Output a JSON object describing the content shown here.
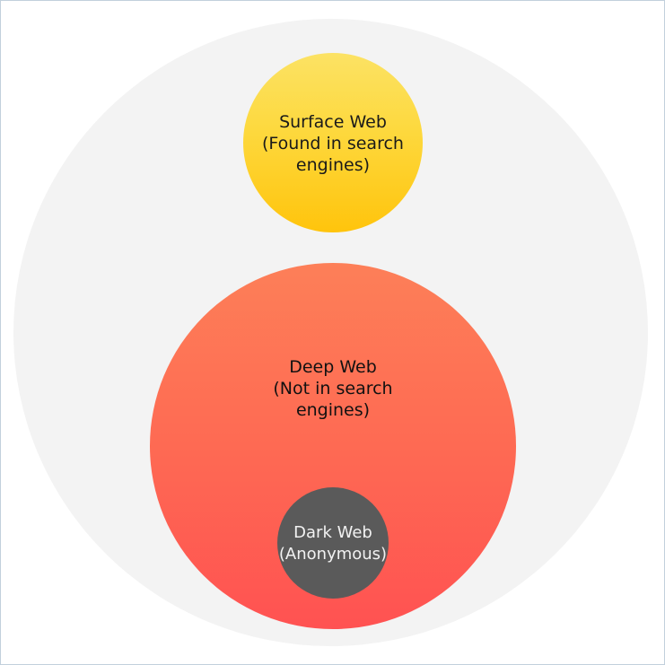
{
  "diagram": {
    "title": "Web layers diagram",
    "type": "nested-circles",
    "background_color": "#ffffff",
    "border_color": "#c2d0dc",
    "container": {
      "name": "outer-container-ellipse",
      "fill": "#f3f3f3"
    },
    "layers": [
      {
        "id": "surface-web",
        "name": "Surface Web",
        "parenthetical": "(Found in search engines)",
        "label_lines": "Surface Web\n(Found in search\nengines)",
        "fill_top": "#fce264",
        "fill_bottom": "#ffc40c",
        "text_color": "#1a1a1a"
      },
      {
        "id": "deep-web",
        "name": "Deep Web",
        "parenthetical": "(Not in search engines)",
        "label_lines": "Deep Web\n(Not in search\nengines)",
        "fill_top": "#fd7f58",
        "fill_bottom": "#ff5252",
        "text_color": "#111111"
      },
      {
        "id": "dark-web",
        "name": "Dark Web",
        "parenthetical": "(Anonymous)",
        "label_lines": "Dark Web\n(Anonymous)",
        "fill_top": "#5a5a5a",
        "fill_bottom": "#5a5a5a",
        "text_color": "#f2f2f2"
      }
    ]
  }
}
